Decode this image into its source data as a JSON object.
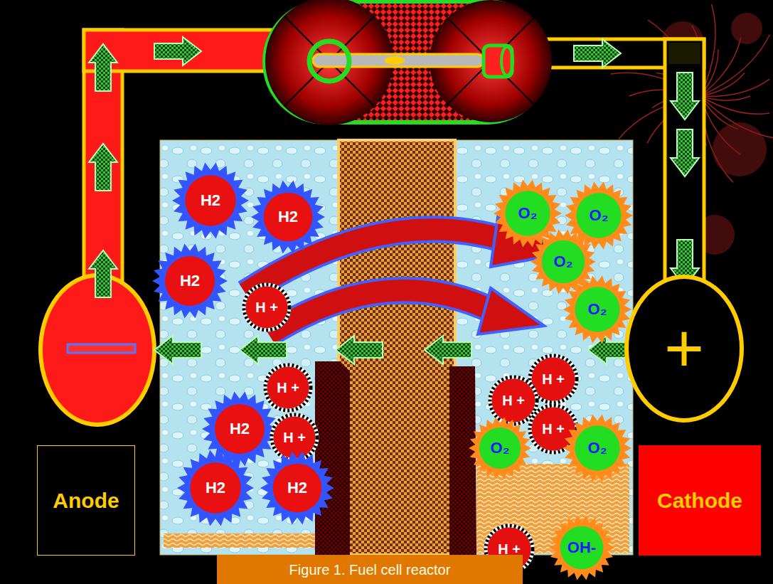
{
  "diagram": {
    "caption": "Figure 1.   Fuel cell reactor",
    "nodes": [
      {
        "text": [
          "H2"
        ]
      },
      {
        "text": [
          "H2"
        ]
      },
      {
        "text": [
          "O₂"
        ]
      },
      {
        "text": [
          "O₂"
        ]
      },
      {
        "text": [
          "O₂"
        ]
      },
      {
        "text": [
          "H2"
        ]
      },
      {
        "text": [
          "H +"
        ]
      },
      {
        "text": [
          "O₂"
        ]
      },
      {
        "text": [
          "+"
        ]
      },
      {
        "text": [
          "H +"
        ]
      },
      {
        "text": [
          "H +"
        ]
      },
      {
        "text": [
          "H +"
        ]
      },
      {
        "text": [
          "H2"
        ]
      },
      {
        "text": [
          "H +"
        ]
      },
      {
        "text": [
          "H +"
        ]
      },
      {
        "text": [
          "O₂"
        ]
      },
      {
        "text": [
          "O₂"
        ]
      },
      {
        "text": [
          "Anode"
        ]
      },
      {
        "text": [
          "Cathode"
        ]
      },
      {
        "text": [
          "H2"
        ]
      },
      {
        "text": [
          "H2"
        ]
      },
      {
        "text": [
          "H +"
        ]
      },
      {
        "text": [
          "OH-"
        ]
      }
    ]
  }
}
